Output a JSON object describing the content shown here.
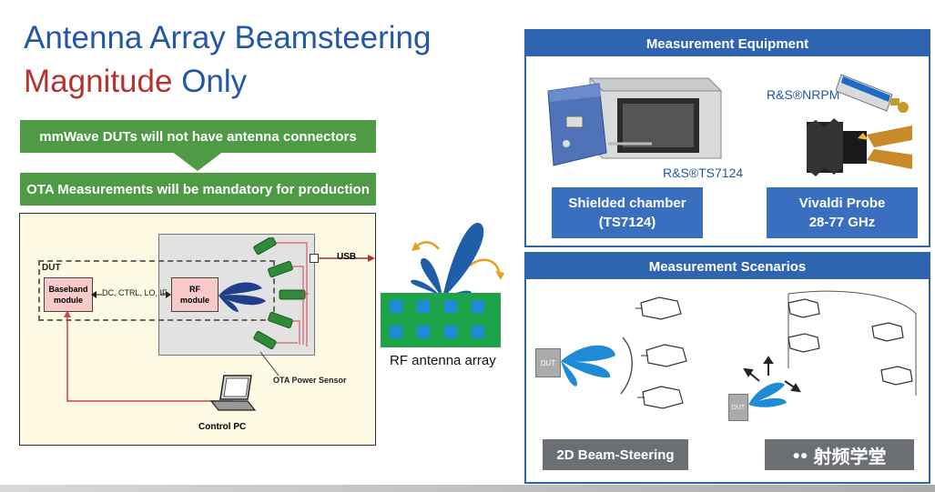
{
  "title": {
    "line1": "Antenna Array Beamsteering",
    "line2_a": "Magnitude",
    "line2_b": "Only"
  },
  "banners": {
    "dut_banner": "mmWave DUTs will not have antenna connectors",
    "ota_banner": "OTA Measurements will be mandatory for production"
  },
  "diagram": {
    "dut_label": "DUT",
    "baseband_line1": "Baseband",
    "baseband_line2": "module",
    "link_label": "DC, CTRL, LO, IF",
    "rf_line1": "RF",
    "rf_line2": "module",
    "usb_label": "USB",
    "sensor_label": "OTA Power Sensor",
    "pc_label": "Control PC"
  },
  "array": {
    "label": "RF antenna array"
  },
  "equipment": {
    "header": "Measurement Equipment",
    "ts7124_caption": "R&S®TS7124",
    "nrpm_caption": "R&S®NRPM",
    "chamber_line1": "Shielded chamber",
    "chamber_line2": "(TS7124)",
    "probe_line1": "Vivaldi Probe",
    "probe_line2": "28-77 GHz"
  },
  "scenarios": {
    "header": "Measurement Scenarios",
    "dut_small_left": "DUT",
    "dut_small_right": "DUT",
    "btn_2d": "2D Beam-Steering",
    "watermark": "射频学堂"
  },
  "colors": {
    "green": "#4e9a45",
    "blue": "#2e64b0",
    "title_red": "#b5342f",
    "array_green": "#1fa34a",
    "beam_blue": "#1f5fa8"
  }
}
